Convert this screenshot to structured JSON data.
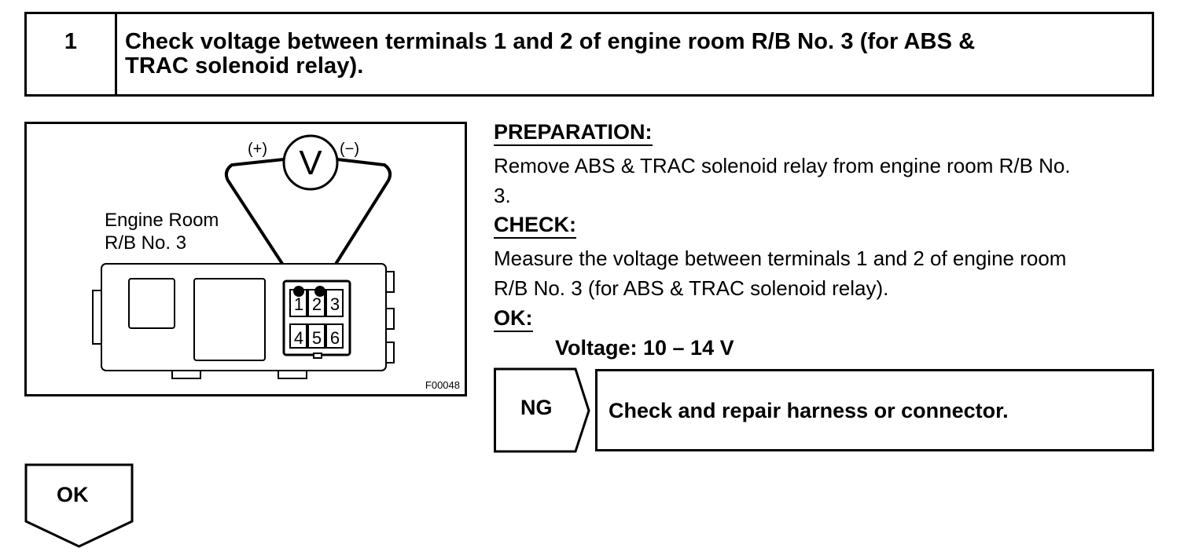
{
  "step": {
    "number": "1",
    "title_line1": "Check voltage between terminals 1 and 2 of engine room R/B No. 3 (for ABS &",
    "title_line2": "TRAC solenoid relay)."
  },
  "figure": {
    "plus_label": "(+)",
    "minus_label": "(−)",
    "meter_label": "V",
    "location_line1": "Engine Room",
    "location_line2": "R/B No. 3",
    "terminals": [
      "1",
      "2",
      "3",
      "4",
      "5",
      "6"
    ],
    "code": "F00048"
  },
  "preparation": {
    "heading": "PREPARATION:",
    "text_line1": "Remove ABS & TRAC solenoid relay from engine room R/B No.",
    "text_line2": "3."
  },
  "check": {
    "heading": "CHECK:",
    "text_line1": "Measure the voltage between terminals 1 and 2 of engine room",
    "text_line2": "R/B No. 3 (for ABS & TRAC solenoid relay)."
  },
  "ok": {
    "heading": "OK:",
    "spec": "Voltage: 10 – 14 V"
  },
  "ng_branch": {
    "label": "NG",
    "action": "Check and repair harness or connector."
  },
  "ok_branch": {
    "label": "OK"
  }
}
